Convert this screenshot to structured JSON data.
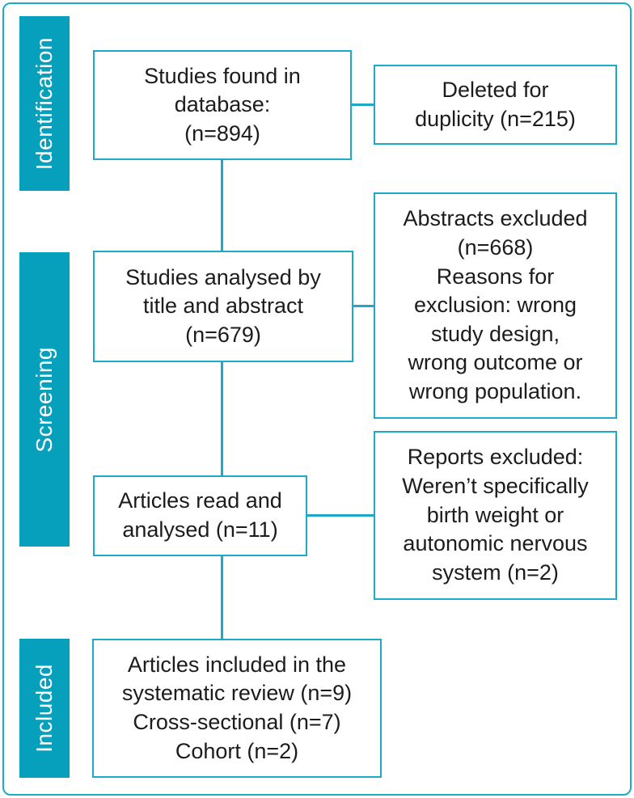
{
  "colors": {
    "stage_fill": "#069FBC",
    "line": "#1EA9C7",
    "text": "#1C1C1C"
  },
  "stages": {
    "identification": "Identification",
    "screening": "Screening",
    "included": "Included"
  },
  "boxes": {
    "found": "Studies found in\ndatabase:\n(n=894)",
    "duplicates": "Deleted for\nduplicity (n=215)",
    "title_abstract": "Studies analysed by\ntitle and abstract\n(n=679)",
    "abstracts_excluded": "Abstracts excluded\n(n=668)\nReasons for\nexclusion: wrong\nstudy design,\nwrong outcome or\nwrong population.",
    "read": "Articles read and\nanalysed (n=11)",
    "reports_excluded": "Reports excluded:\nWeren’t specifically\nbirth weight or\nautonomic nervous\nsystem (n=2)",
    "included": "Articles included in the\nsystematic review (n=9)\nCross-sectional (n=7)\nCohort (n=2)"
  }
}
